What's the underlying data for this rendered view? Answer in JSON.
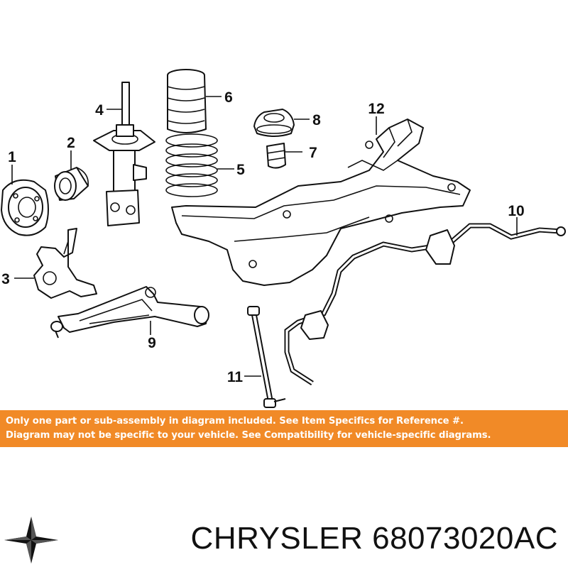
{
  "callouts": {
    "c1": "1",
    "c2": "2",
    "c3": "3",
    "c4": "4",
    "c5": "5",
    "c6": "6",
    "c7": "7",
    "c8": "8",
    "c9": "9",
    "c10": "10",
    "c11": "11",
    "c12": "12"
  },
  "notice": {
    "line1": "Only one part or sub-assembly in diagram included. See Item Specifics for Reference #.",
    "line2": "Diagram may not be specific to your vehicle. See Compatibility for vehicle-specific diagrams."
  },
  "footer": {
    "brand": "CHRYSLER",
    "part_number": "68073020AC"
  },
  "colors": {
    "notice_bg": "#f18a27",
    "notice_text": "#ffffff",
    "line_art": "#111111"
  },
  "icons": {
    "logo": "chrysler-star-icon"
  }
}
